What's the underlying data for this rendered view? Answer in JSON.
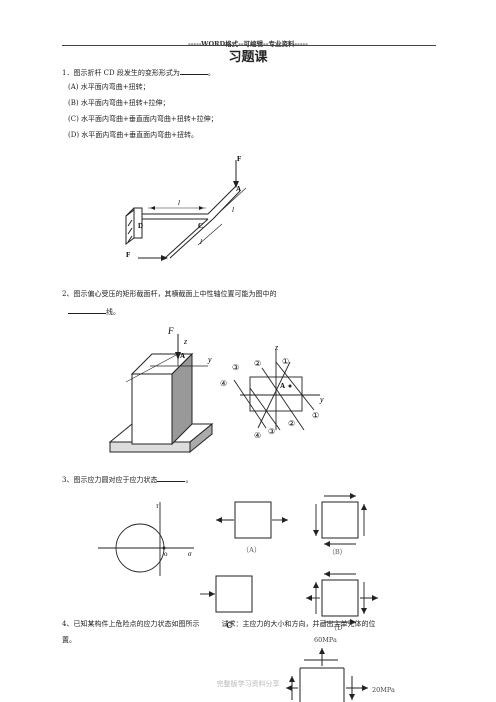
{
  "header": {
    "banner": "-----WORD格式--可编辑--专业资料-----",
    "title": "习题课"
  },
  "q1": {
    "stem": "1．图示折杆 CD 段发生的变形形式为",
    "tail": "。",
    "options": [
      "(A)  水平面内弯曲+扭转；",
      "(B)  水平面内弯曲+扭转+拉伸；",
      "(C)  水平面内弯曲+垂直面内弯曲+扭转+拉伸；",
      "(D)  水平面内弯曲+垂直面内弯曲+扭转。"
    ],
    "fig": {
      "F_top": "F",
      "F_left": "F",
      "A": "A",
      "C": "C",
      "D": "D",
      "l1": "l",
      "l2": "l",
      "l3": "l"
    }
  },
  "q2": {
    "line1": "2、图示偏心受压的矩形截面杆，其横截面上中性轴位置可能为图中的",
    "line2": "线。",
    "fig": {
      "F": "F",
      "z": "z",
      "y": "y",
      "A": "A",
      "z2": "z",
      "y2": "y",
      "A2": "A",
      "c1": "①",
      "c2": "②",
      "c3": "③",
      "c4": "④"
    }
  },
  "q3": {
    "stem": "3、图示应力圆对应于应力状态",
    "tail": "。",
    "fig": {
      "tau": "τ",
      "o": "o",
      "sigma": "σ",
      "A": "（A）",
      "B": "（B）",
      "C": "C",
      "D": "（D"
    }
  },
  "q4": {
    "line1": "4、已知某构件上危险点的应力状态如图所示",
    "line1b": "试求：主应力的大小和方向，并画出主单元体的位",
    "line2": "置。",
    "stress_top": "60MPa",
    "stress_right": "20MPa"
  },
  "footer": "完整版学习资料分享"
}
